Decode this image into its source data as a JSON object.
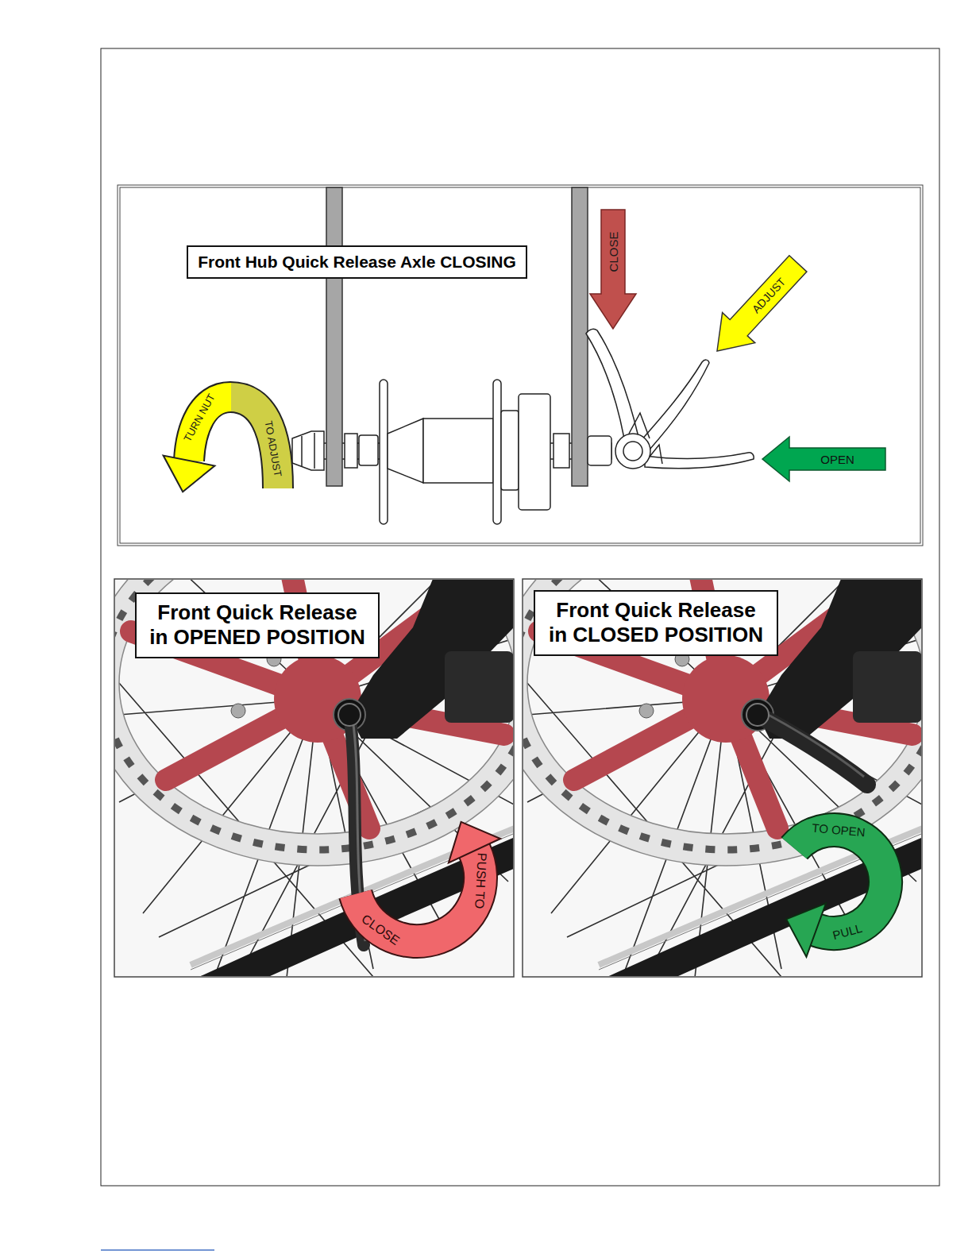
{
  "diagram": {
    "nodes": [
      {
        "text": [
          "Front Hub Quick Release Axle CLOSING"
        ]
      },
      {
        "text": [
          "CLOSE"
        ]
      },
      {
        "text": [
          "ADJUST"
        ]
      },
      {
        "text": [
          "TURN NUT",
          "TO ADJUST"
        ]
      },
      {
        "text": [
          "OPEN"
        ]
      },
      {
        "text": [
          "Front Quick Release in OPENED POSITION"
        ]
      },
      {
        "text": [
          "PUSH TO",
          "CLOSE"
        ]
      },
      {
        "text": [
          "Front Quick Release in CLOSED POSITION"
        ]
      },
      {
        "text": [
          "TO OPEN",
          "PULL"
        ]
      }
    ]
  }
}
